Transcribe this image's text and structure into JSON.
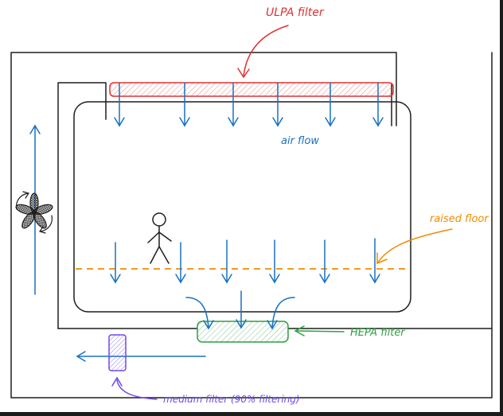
{
  "labels": {
    "ulpa_filter": "ULPA filter",
    "air_flow": "air flow",
    "raised_floor": "raised floor",
    "hepa_filter": "HEPA filter",
    "medium_filter": "medium filter (90% filtering)"
  },
  "colors": {
    "frame": "#1e1e1e",
    "airflow": "#1971c2",
    "ulpa": "#e03131",
    "ulpa_fill": "#ffc9c9",
    "raised_floor": "#f08c00",
    "hepa": "#2f9e44",
    "hepa_fill": "#b2f2bb",
    "medium": "#7048e8",
    "medium_fill": "#d0bfff"
  },
  "icons": {
    "fan": "fan-icon",
    "person": "person-icon"
  }
}
